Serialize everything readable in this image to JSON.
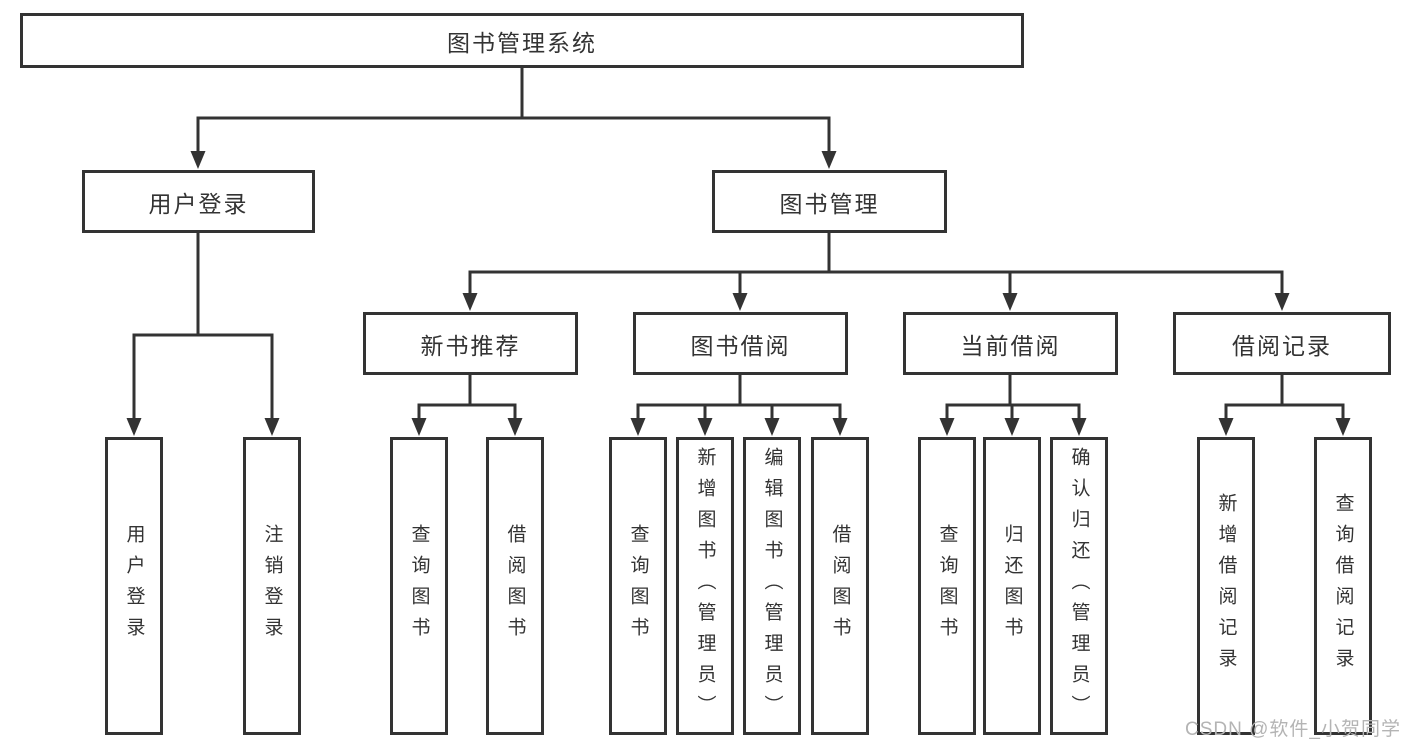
{
  "diagram": {
    "root": {
      "label": "图书管理系统"
    },
    "branches": [
      {
        "label": "用户登录",
        "children": [
          {
            "label": "用户登录"
          },
          {
            "label": "注销登录"
          }
        ]
      },
      {
        "label": "图书管理",
        "children": [
          {
            "label": "新书推荐",
            "children": [
              {
                "label": "查询图书"
              },
              {
                "label": "借阅图书"
              }
            ]
          },
          {
            "label": "图书借阅",
            "children": [
              {
                "label": "查询图书"
              },
              {
                "label": "新增图书（管理员）"
              },
              {
                "label": "编辑图书（管理员）"
              },
              {
                "label": "借阅图书"
              }
            ]
          },
          {
            "label": "当前借阅",
            "children": [
              {
                "label": "查询图书"
              },
              {
                "label": "归还图书"
              },
              {
                "label": "确认归还（管理员）"
              }
            ]
          },
          {
            "label": "借阅记录",
            "children": [
              {
                "label": "新增借阅记录"
              },
              {
                "label": "查询借阅记录"
              }
            ]
          }
        ]
      }
    ]
  },
  "watermark": {
    "text": "CSDN @软件_小贺同学"
  },
  "colors": {
    "line": "#333333",
    "box_fill": "#ffffff",
    "text": "#333333",
    "watermark": "#b4b4b4"
  }
}
